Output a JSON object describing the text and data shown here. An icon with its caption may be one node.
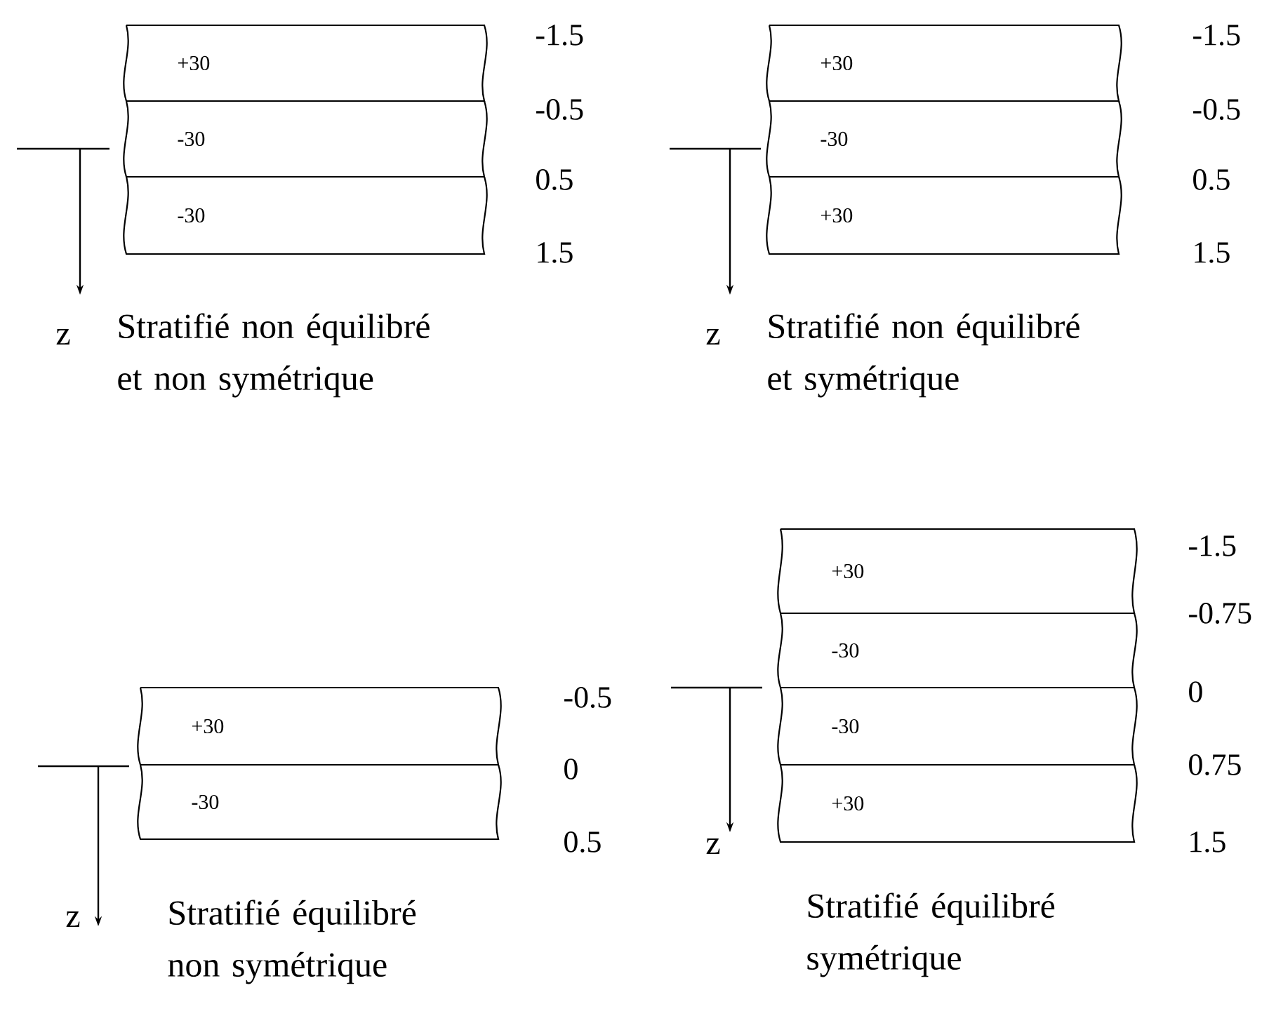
{
  "diagram": {
    "nodes": [
      {
        "text": [
          "+30"
        ]
      },
      {
        "text": [
          "-30"
        ]
      },
      {
        "text": [
          "-30"
        ]
      },
      {
        "text": [
          "+30"
        ]
      },
      {
        "text": [
          "-30"
        ]
      },
      {
        "text": [
          "+30"
        ]
      },
      {
        "text": [
          "+30"
        ]
      },
      {
        "text": [
          "-30"
        ]
      },
      {
        "text": [
          "+30"
        ]
      },
      {
        "text": [
          "-30"
        ]
      },
      {
        "text": [
          "-30"
        ]
      },
      {
        "text": [
          "+30"
        ]
      }
    ],
    "labels": [
      "-1.5",
      "-0.5",
      "0.5",
      "1.5",
      "z",
      "Stratifié non équilibré et non symétrique",
      "-1.5",
      "-0.5",
      "0.5",
      "1.5",
      "z",
      "Stratifié non équilibré et symétrique",
      "-0.5",
      "0",
      "0.5",
      "z",
      "Stratifié équilibré non symétrique",
      "-1.5",
      "-0.75",
      "0",
      "0.75",
      "1.5",
      "z",
      "Stratifié équilibré symétrique"
    ]
  }
}
